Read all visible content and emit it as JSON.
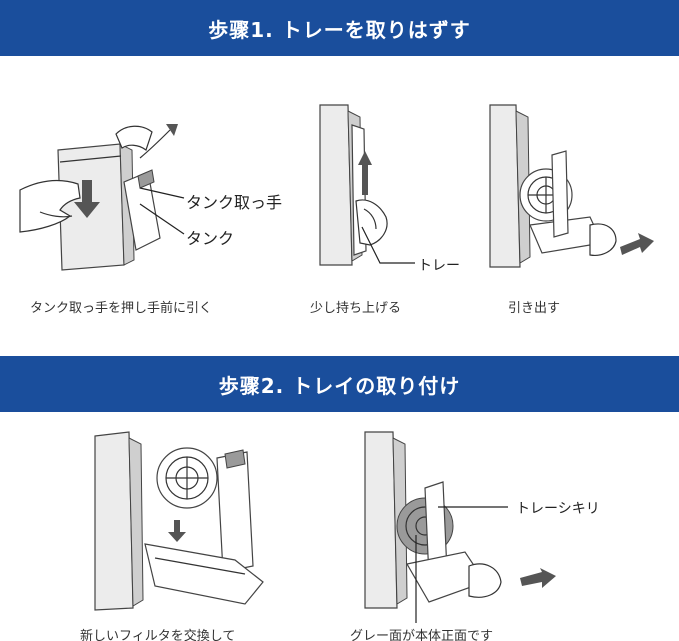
{
  "step1": {
    "title": "歩骤1. トレーを取りはずす",
    "panels": [
      {
        "caption": "タンク取っ手を押し手前に引く",
        "callouts": [
          "タンク取っ手",
          "タンク"
        ]
      },
      {
        "caption": "少し持ち上げる",
        "callouts": [
          "トレー"
        ]
      },
      {
        "caption": "引き出す",
        "callouts": []
      }
    ]
  },
  "step2": {
    "title": "歩骤2. トレイの取り付け",
    "panels": [
      {
        "caption": "新しいフィルタを交換して",
        "callouts": []
      },
      {
        "caption": "グレー面が本体正面です",
        "callouts": [
          "トレーシキリ"
        ]
      }
    ]
  },
  "colors": {
    "banner": "#1a4e9c",
    "banner_text": "#ffffff"
  }
}
